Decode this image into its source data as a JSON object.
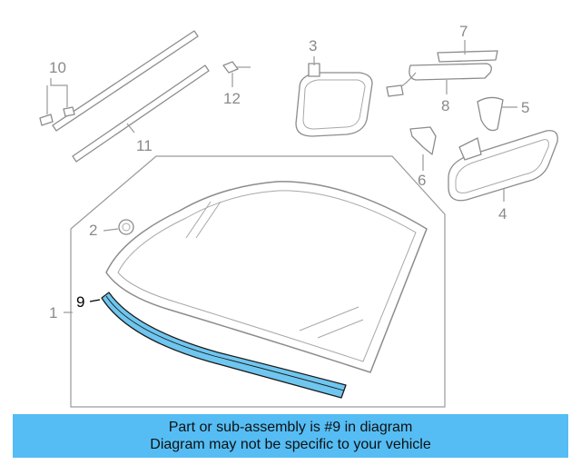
{
  "callouts": {
    "c1": "1",
    "c2": "2",
    "c3": "3",
    "c4": "4",
    "c5": "5",
    "c6": "6",
    "c7": "7",
    "c8": "8",
    "c9": "9",
    "c10": "10",
    "c11": "11",
    "c12": "12"
  },
  "highlight_color": "#6fc6ef",
  "banner": {
    "background": "#55bdf4",
    "line1": "Part or sub-assembly is #9 in diagram",
    "line2": "Diagram may not be specific to your vehicle"
  }
}
